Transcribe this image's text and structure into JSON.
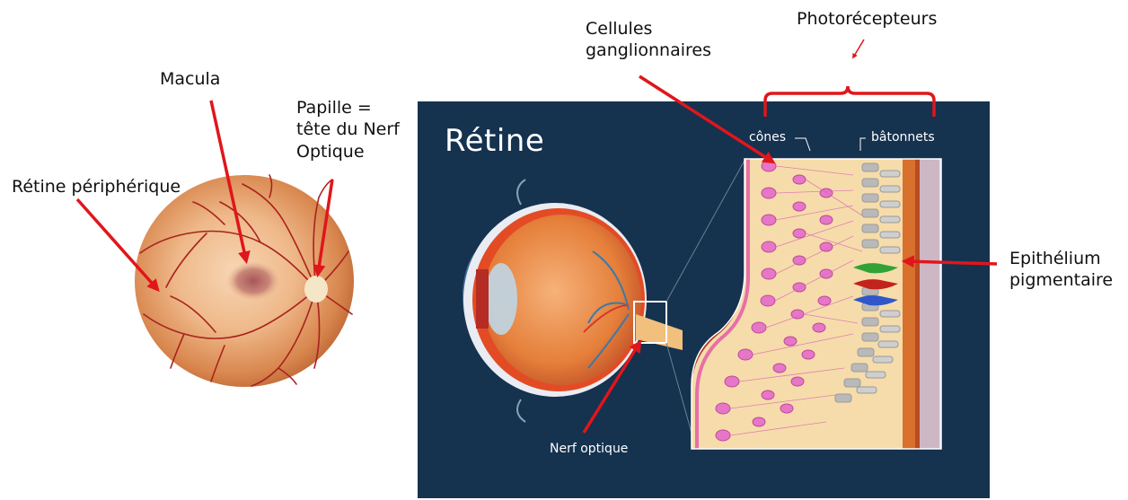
{
  "labels": {
    "peripheral_retina": "Rétine périphérique",
    "macula": "Macula",
    "papilla": "Papille =\ntête du Nerf\nOptique",
    "ganglion_cells": "Cellules\nganglionnaires",
    "photoreceptors": "Photorécepteurs",
    "pigment_epithelium": "Epithélium\npigmentaire",
    "optic_nerve": "Nerf optique"
  },
  "panel": {
    "title": "Rétine",
    "cones_label": "cônes",
    "rods_label": "bâtonnets"
  },
  "colors": {
    "arrow": "#e0161b",
    "panel_bg": "#15324f",
    "fundus_outer": "#c8703f",
    "fundus_inner": "#f3c8a0",
    "vessel": "#a8231d",
    "retina_bg": "#f6dcaa",
    "ganglion_cell": "#e676c6",
    "rod": "#b9b9b9",
    "pigment_layer": "#d8702e",
    "cone_green": "#31a236",
    "cone_red": "#c2231c",
    "cone_blue": "#2f57c9"
  }
}
